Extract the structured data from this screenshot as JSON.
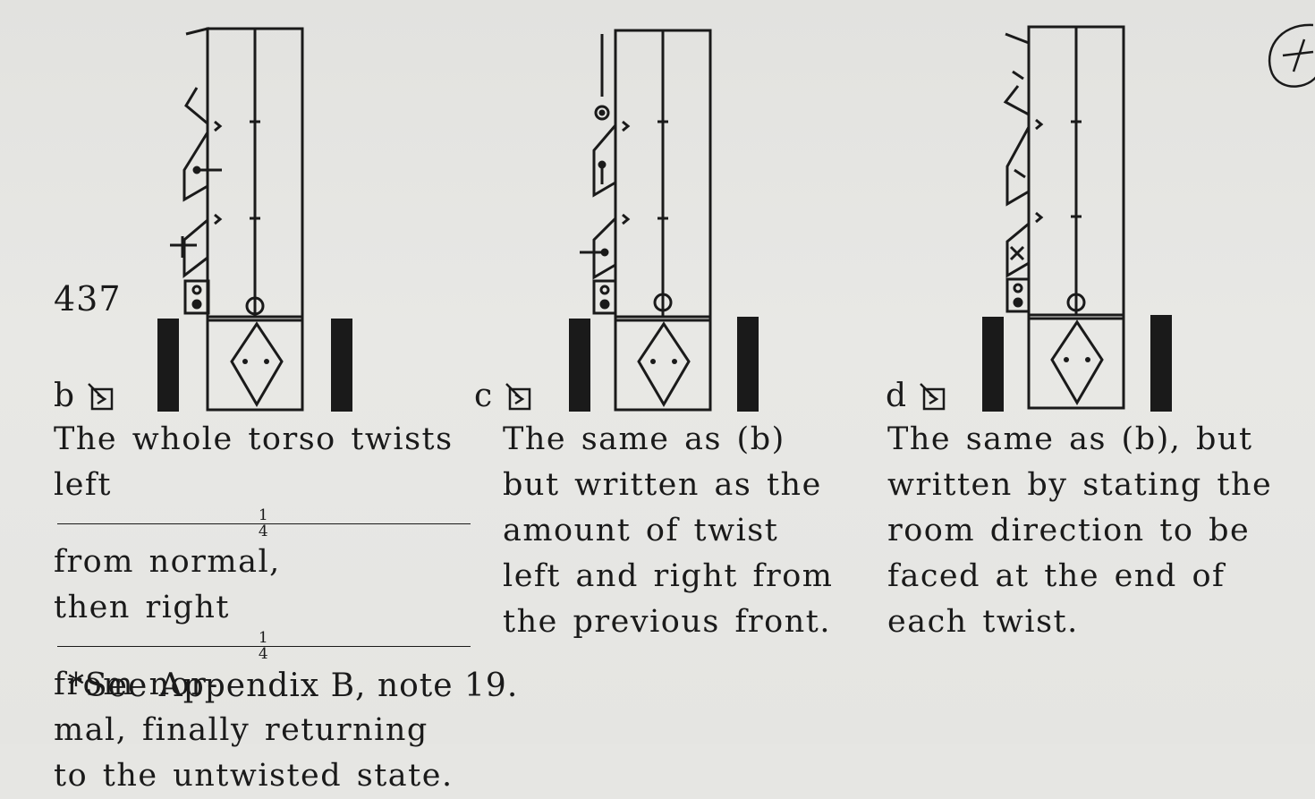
{
  "figure": {
    "number": "437"
  },
  "panels": [
    {
      "letter": "b",
      "caption_lines": [
        "The whole torso twists",
        "left",
        "from normal,",
        "then right",
        "from nor-",
        "mal, finally returning",
        "to the untwisted state."
      ],
      "fraction": {
        "num": "1",
        "den": "4"
      }
    },
    {
      "letter": "c",
      "caption_lines": [
        "The same as (b)",
        "but written as the",
        "amount of twist",
        "left and right from",
        "the previous front."
      ]
    },
    {
      "letter": "d",
      "caption_lines": [
        "The same as (b), but",
        "written by stating the",
        "room direction to be",
        "faced at the end of",
        "each twist."
      ]
    }
  ],
  "footnote": "*See Appendix B, note 19.",
  "colors": {
    "paper": "#e6e6e3",
    "ink": "#1a1a1a"
  }
}
